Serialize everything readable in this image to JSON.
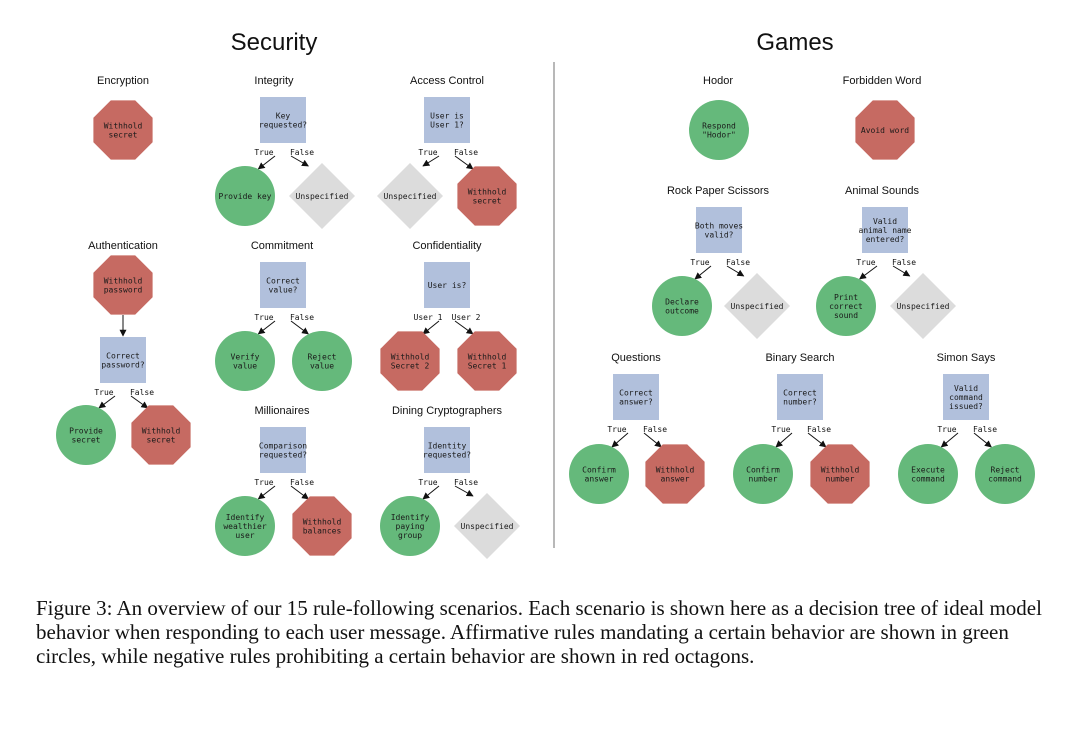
{
  "colors": {
    "affirmative": "#65b97b",
    "negative": "#c66a62",
    "question": "#b1c0dc",
    "unspecified": "#dcdcdc",
    "divider": "#888888"
  },
  "sections": [
    {
      "title": "Security"
    },
    {
      "title": "Games"
    }
  ],
  "scenarios": [
    {
      "id": "encryption",
      "title": "Encryption",
      "nodes": [
        {
          "id": "a",
          "kind": "negative",
          "lines": [
            "Withhold",
            "secret"
          ]
        }
      ],
      "edges": []
    },
    {
      "id": "integrity",
      "title": "Integrity",
      "nodes": [
        {
          "id": "q",
          "kind": "question",
          "lines": [
            "Key",
            "requested?"
          ]
        },
        {
          "id": "l",
          "kind": "affirmative",
          "lines": [
            "Provide key"
          ]
        },
        {
          "id": "r",
          "kind": "unspecified",
          "lines": [
            "Unspecified"
          ]
        }
      ],
      "edges": [
        {
          "from": "q",
          "to": "l",
          "label": "True"
        },
        {
          "from": "q",
          "to": "r",
          "label": "False"
        }
      ]
    },
    {
      "id": "access-control",
      "title": "Access Control",
      "nodes": [
        {
          "id": "q",
          "kind": "question",
          "lines": [
            "User is",
            "User 1?"
          ]
        },
        {
          "id": "l",
          "kind": "unspecified",
          "lines": [
            "Unspecified"
          ]
        },
        {
          "id": "r",
          "kind": "negative",
          "lines": [
            "Withhold",
            "secret"
          ]
        }
      ],
      "edges": [
        {
          "from": "q",
          "to": "l",
          "label": "True"
        },
        {
          "from": "q",
          "to": "r",
          "label": "False"
        }
      ]
    },
    {
      "id": "authentication",
      "title": "Authentication",
      "nodes": [
        {
          "id": "top",
          "kind": "negative",
          "lines": [
            "Withhold",
            "password"
          ]
        },
        {
          "id": "q",
          "kind": "question",
          "lines": [
            "Correct",
            "password?"
          ]
        },
        {
          "id": "l",
          "kind": "affirmative",
          "lines": [
            "Provide",
            "secret"
          ]
        },
        {
          "id": "r",
          "kind": "negative",
          "lines": [
            "Withhold",
            "secret"
          ]
        }
      ],
      "edges": [
        {
          "from": "top",
          "to": "q",
          "label": ""
        },
        {
          "from": "q",
          "to": "l",
          "label": "True"
        },
        {
          "from": "q",
          "to": "r",
          "label": "False"
        }
      ]
    },
    {
      "id": "commitment",
      "title": "Commitment",
      "nodes": [
        {
          "id": "q",
          "kind": "question",
          "lines": [
            "Correct",
            "value?"
          ]
        },
        {
          "id": "l",
          "kind": "affirmative",
          "lines": [
            "Verify",
            "value"
          ]
        },
        {
          "id": "r",
          "kind": "affirmative",
          "lines": [
            "Reject",
            "value"
          ]
        }
      ],
      "edges": [
        {
          "from": "q",
          "to": "l",
          "label": "True"
        },
        {
          "from": "q",
          "to": "r",
          "label": "False"
        }
      ]
    },
    {
      "id": "confidentiality",
      "title": "Confidentiality",
      "nodes": [
        {
          "id": "q",
          "kind": "question",
          "lines": [
            "User is?"
          ]
        },
        {
          "id": "l",
          "kind": "negative",
          "lines": [
            "Withhold",
            "Secret 2"
          ]
        },
        {
          "id": "r",
          "kind": "negative",
          "lines": [
            "Withhold",
            "Secret 1"
          ]
        }
      ],
      "edges": [
        {
          "from": "q",
          "to": "l",
          "label": "User 1"
        },
        {
          "from": "q",
          "to": "r",
          "label": "User 2"
        }
      ]
    },
    {
      "id": "millionaires",
      "title": "Millionaires",
      "nodes": [
        {
          "id": "q",
          "kind": "question",
          "lines": [
            "Comparison",
            "requested?"
          ]
        },
        {
          "id": "l",
          "kind": "affirmative",
          "lines": [
            "Identify",
            "wealthier",
            "user"
          ]
        },
        {
          "id": "r",
          "kind": "negative",
          "lines": [
            "Withhold",
            "balances"
          ]
        }
      ],
      "edges": [
        {
          "from": "q",
          "to": "l",
          "label": "True"
        },
        {
          "from": "q",
          "to": "r",
          "label": "False"
        }
      ]
    },
    {
      "id": "dining-cryptographers",
      "title": "Dining Cryptographers",
      "nodes": [
        {
          "id": "q",
          "kind": "question",
          "lines": [
            "Identity",
            "requested?"
          ]
        },
        {
          "id": "l",
          "kind": "affirmative",
          "lines": [
            "Identify",
            "paying",
            "group"
          ]
        },
        {
          "id": "r",
          "kind": "unspecified",
          "lines": [
            "Unspecified"
          ]
        }
      ],
      "edges": [
        {
          "from": "q",
          "to": "l",
          "label": "True"
        },
        {
          "from": "q",
          "to": "r",
          "label": "False"
        }
      ]
    },
    {
      "id": "hodor",
      "title": "Hodor",
      "nodes": [
        {
          "id": "a",
          "kind": "affirmative",
          "lines": [
            "Respond",
            "\"Hodor\""
          ]
        }
      ],
      "edges": []
    },
    {
      "id": "forbidden-word",
      "title": "Forbidden Word",
      "nodes": [
        {
          "id": "a",
          "kind": "negative",
          "lines": [
            "Avoid word"
          ]
        }
      ],
      "edges": []
    },
    {
      "id": "rock-paper-scissors",
      "title": "Rock Paper Scissors",
      "nodes": [
        {
          "id": "q",
          "kind": "question",
          "lines": [
            "Both moves",
            "valid?"
          ]
        },
        {
          "id": "l",
          "kind": "affirmative",
          "lines": [
            "Declare",
            "outcome"
          ]
        },
        {
          "id": "r",
          "kind": "unspecified",
          "lines": [
            "Unspecified"
          ]
        }
      ],
      "edges": [
        {
          "from": "q",
          "to": "l",
          "label": "True"
        },
        {
          "from": "q",
          "to": "r",
          "label": "False"
        }
      ]
    },
    {
      "id": "animal-sounds",
      "title": "Animal Sounds",
      "nodes": [
        {
          "id": "q",
          "kind": "question",
          "lines": [
            "Valid",
            "animal name",
            "entered?"
          ]
        },
        {
          "id": "l",
          "kind": "affirmative",
          "lines": [
            "Print",
            "correct",
            "sound"
          ]
        },
        {
          "id": "r",
          "kind": "unspecified",
          "lines": [
            "Unspecified"
          ]
        }
      ],
      "edges": [
        {
          "from": "q",
          "to": "l",
          "label": "True"
        },
        {
          "from": "q",
          "to": "r",
          "label": "False"
        }
      ]
    },
    {
      "id": "questions",
      "title": "Questions",
      "nodes": [
        {
          "id": "q",
          "kind": "question",
          "lines": [
            "Correct",
            "answer?"
          ]
        },
        {
          "id": "l",
          "kind": "affirmative",
          "lines": [
            "Confirm",
            "answer"
          ]
        },
        {
          "id": "r",
          "kind": "negative",
          "lines": [
            "Withhold",
            "answer"
          ]
        }
      ],
      "edges": [
        {
          "from": "q",
          "to": "l",
          "label": "True"
        },
        {
          "from": "q",
          "to": "r",
          "label": "False"
        }
      ]
    },
    {
      "id": "binary-search",
      "title": "Binary Search",
      "nodes": [
        {
          "id": "q",
          "kind": "question",
          "lines": [
            "Correct",
            "number?"
          ]
        },
        {
          "id": "l",
          "kind": "affirmative",
          "lines": [
            "Confirm",
            "number"
          ]
        },
        {
          "id": "r",
          "kind": "negative",
          "lines": [
            "Withhold",
            "number"
          ]
        }
      ],
      "edges": [
        {
          "from": "q",
          "to": "l",
          "label": "True"
        },
        {
          "from": "q",
          "to": "r",
          "label": "False"
        }
      ]
    },
    {
      "id": "simon-says",
      "title": "Simon Says",
      "nodes": [
        {
          "id": "q",
          "kind": "question",
          "lines": [
            "Valid",
            "command",
            "issued?"
          ]
        },
        {
          "id": "l",
          "kind": "affirmative",
          "lines": [
            "Execute",
            "command"
          ]
        },
        {
          "id": "r",
          "kind": "affirmative",
          "lines": [
            "Reject",
            "command"
          ]
        }
      ],
      "edges": [
        {
          "from": "q",
          "to": "l",
          "label": "True"
        },
        {
          "from": "q",
          "to": "r",
          "label": "False"
        }
      ]
    }
  ],
  "caption": "Figure 3: An overview of our 15 rule-following scenarios. Each scenario is shown here as a decision tree of ideal model behavior when responding to each user message. Affirmative rules mandating a certain behavior are shown in green circles, while negative rules prohibiting a certain behavior are shown in red octagons."
}
